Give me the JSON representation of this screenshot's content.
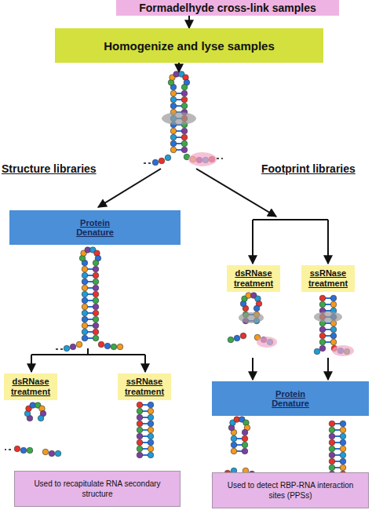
{
  "diagram": {
    "nodes": [
      {
        "text": [
          "Formadelhyde cross-link samples"
        ]
      },
      {
        "text": [
          "Homogenize and lyse samples"
        ]
      },
      {
        "text": [
          "Protein Denature"
        ]
      },
      {
        "text": [
          "dsRNase treatment"
        ]
      },
      {
        "text": [
          "ssRNase treatment"
        ]
      },
      {
        "text": [
          "Used to recapitulate RNA secondary structure"
        ]
      },
      {
        "text": [
          "dsRNase treatment"
        ]
      },
      {
        "text": [
          "ssRNase treatment"
        ]
      },
      {
        "text": [
          "Protein Denature"
        ]
      },
      {
        "text": [
          "Used to detect RBP-RNA interaction sites (PPSs)"
        ]
      }
    ],
    "edges": [
      {
        "from": 0,
        "to": 1,
        "arrow": "to"
      }
    ],
    "labels": [
      "Structure libraries",
      "Footprint libraries"
    ]
  }
}
